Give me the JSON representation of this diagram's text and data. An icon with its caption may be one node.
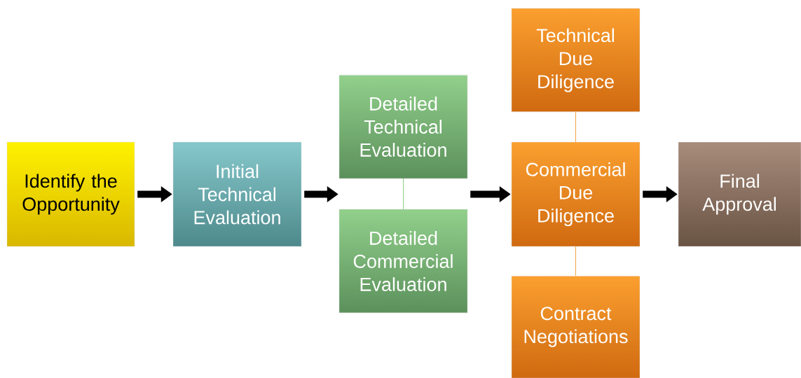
{
  "diagram": {
    "nodes": [
      {
        "text": [
          "Identify the Opportunity"
        ]
      },
      {
        "text": [
          "Initial Technical Evaluation"
        ]
      },
      {
        "text": [
          "Detailed Technical Evaluation"
        ]
      },
      {
        "text": [
          "Detailed Commercial Evaluation"
        ]
      },
      {
        "text": [
          "Technical Due Diligence"
        ]
      },
      {
        "text": [
          "Commercial Due Diligence"
        ]
      },
      {
        "text": [
          "Contract Negotiations"
        ]
      },
      {
        "text": [
          "Final Approval"
        ]
      }
    ],
    "edges": [
      {
        "from": 0,
        "to": 1,
        "arrow": "to"
      },
      {
        "from": 1,
        "to": 2,
        "arrow": "to"
      },
      {
        "from": 1,
        "to": 3,
        "arrow": "to"
      },
      {
        "from": 2,
        "to": 3,
        "arrow": "none",
        "color": "#8fce88"
      },
      {
        "from": 2,
        "to": 5,
        "arrow": "to"
      },
      {
        "from": 3,
        "to": 5,
        "arrow": "to"
      },
      {
        "from": 4,
        "to": 5,
        "arrow": "none",
        "color": "#f5a043"
      },
      {
        "from": 5,
        "to": 6,
        "arrow": "none",
        "color": "#f5a043"
      },
      {
        "from": 5,
        "to": 7,
        "arrow": "to"
      }
    ]
  }
}
